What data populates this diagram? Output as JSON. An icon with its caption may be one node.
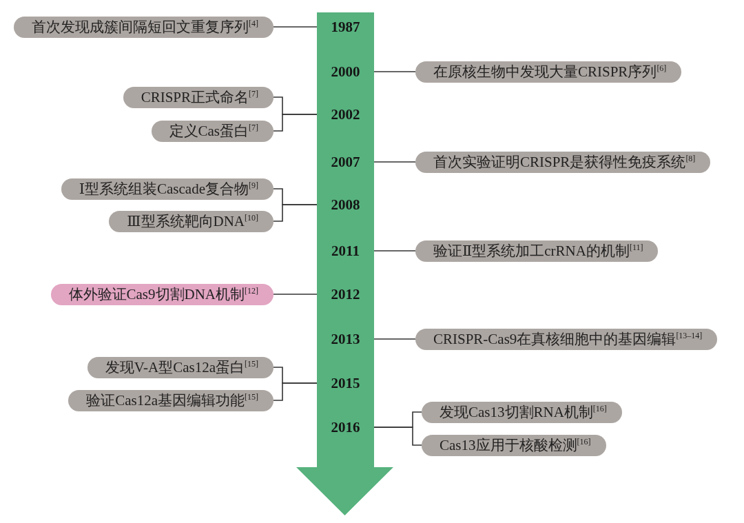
{
  "diagram": {
    "nodes": [
      {
        "text": [],
        "shape": "arrow"
      },
      {
        "text": [
          "1987"
        ],
        "in": 0
      },
      {
        "text": [
          "2000"
        ],
        "in": 0
      },
      {
        "text": [
          "2002"
        ],
        "in": 0
      },
      {
        "text": [
          "2007"
        ],
        "in": 0
      },
      {
        "text": [
          "2008"
        ],
        "in": 0
      },
      {
        "text": [
          "2011"
        ],
        "in": 0
      },
      {
        "text": [
          "2012"
        ],
        "in": 0
      },
      {
        "text": [
          "2013"
        ],
        "in": 0
      },
      {
        "text": [
          "2015"
        ],
        "in": 0
      },
      {
        "text": [
          "2016"
        ],
        "in": 0
      },
      {
        "text": [
          "首次发现成簇间隔短回文重复序列$^{[4]}$"
        ]
      },
      {
        "text": [
          "在原核生物中发现大量CRISPR序列$^{[6]}$"
        ]
      },
      {
        "text": [
          "CRISPR正式命名$^{[7]}$"
        ]
      },
      {
        "text": [
          "定义Cas蛋白$^{[7]}$"
        ]
      },
      {
        "text": [
          "首次实验证明CRISPR是获得性免疫系统$^{[8]}$"
        ]
      },
      {
        "text": [
          "Ⅰ型系统组装Cascade复合物$^{[9]}$"
        ]
      },
      {
        "text": [
          "Ⅲ型系统靶向DNA$^{[10]}$"
        ]
      },
      {
        "text": [
          "验证Ⅱ型系统加工crRNA的机制$^{[11]}$"
        ]
      },
      {
        "text": [
          "体外验证Cas9切割DNA机制$^{[12]}$"
        ]
      },
      {
        "text": [
          "CRISPR-Cas9在真核细胞中的基因编辑$^{[13–14]}$"
        ]
      },
      {
        "text": [
          "发现V-A型Cas12a蛋白$^{[15]}$"
        ]
      },
      {
        "text": [
          "验证Cas12a基因编辑功能$^{[15]}$"
        ]
      },
      {
        "text": [
          "发现Cas13切割RNA机制$^{[16]}$"
        ]
      },
      {
        "text": [
          "Cas13应用于核酸检测$^{[16]}$"
        ]
      }
    ],
    "edges": [
      {
        "from": 1,
        "to": 11,
        "arrow": "none"
      },
      {
        "from": 2,
        "to": 12,
        "arrow": "none"
      },
      {
        "from": 3,
        "to": 13,
        "arrow": "none"
      },
      {
        "from": 3,
        "to": 14,
        "arrow": "none"
      },
      {
        "from": 4,
        "to": 15,
        "arrow": "none"
      },
      {
        "from": 5,
        "to": 16,
        "arrow": "none"
      },
      {
        "from": 5,
        "to": 17,
        "arrow": "none"
      },
      {
        "from": 6,
        "to": 18,
        "arrow": "none"
      },
      {
        "from": 7,
        "to": 19,
        "arrow": "none"
      },
      {
        "from": 8,
        "to": 20,
        "arrow": "none"
      },
      {
        "from": 9,
        "to": 21,
        "arrow": "none"
      },
      {
        "from": 9,
        "to": 22,
        "arrow": "none"
      },
      {
        "from": 10,
        "to": 23,
        "arrow": "none"
      },
      {
        "from": 10,
        "to": 24,
        "arrow": "none"
      }
    ]
  }
}
